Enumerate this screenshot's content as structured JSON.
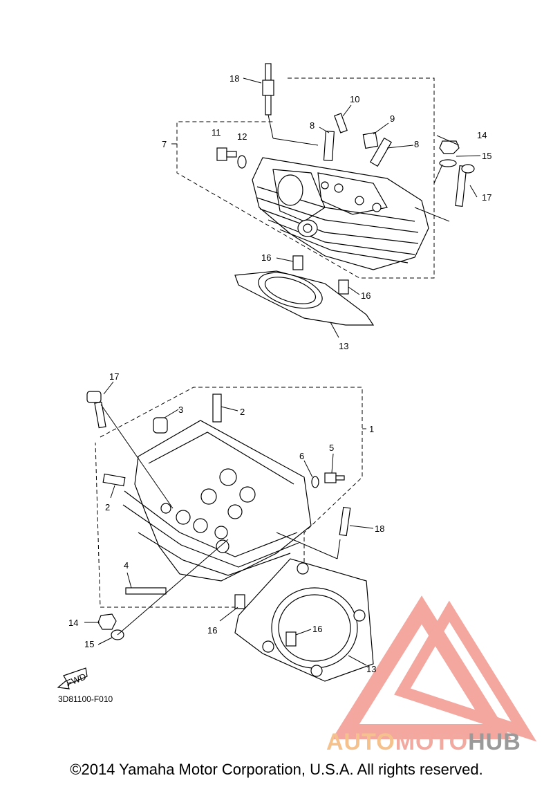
{
  "diagram": {
    "upper_callouts": [
      "18",
      "10",
      "9",
      "8",
      "8",
      "7",
      "11",
      "12",
      "14",
      "15",
      "17",
      "16",
      "16",
      "13"
    ],
    "lower_callouts": [
      "17",
      "3",
      "2",
      "1",
      "5",
      "6",
      "2",
      "18",
      "4",
      "14",
      "15",
      "16",
      "16",
      "13"
    ],
    "fwd_label": "FWD",
    "part_code": "3D81100-F010"
  },
  "footer": {
    "copyright": "©2014 Yamaha Motor Corporation, U.S.A. All rights reserved."
  },
  "watermark": {
    "part1": "AUTO",
    "part2": "MOTO",
    "part3": "HUB",
    "colors": {
      "auto": "#f5c28e",
      "moto": "#f2a9a0",
      "hub": "#9a9a9a",
      "logo": "#f08a80"
    }
  }
}
